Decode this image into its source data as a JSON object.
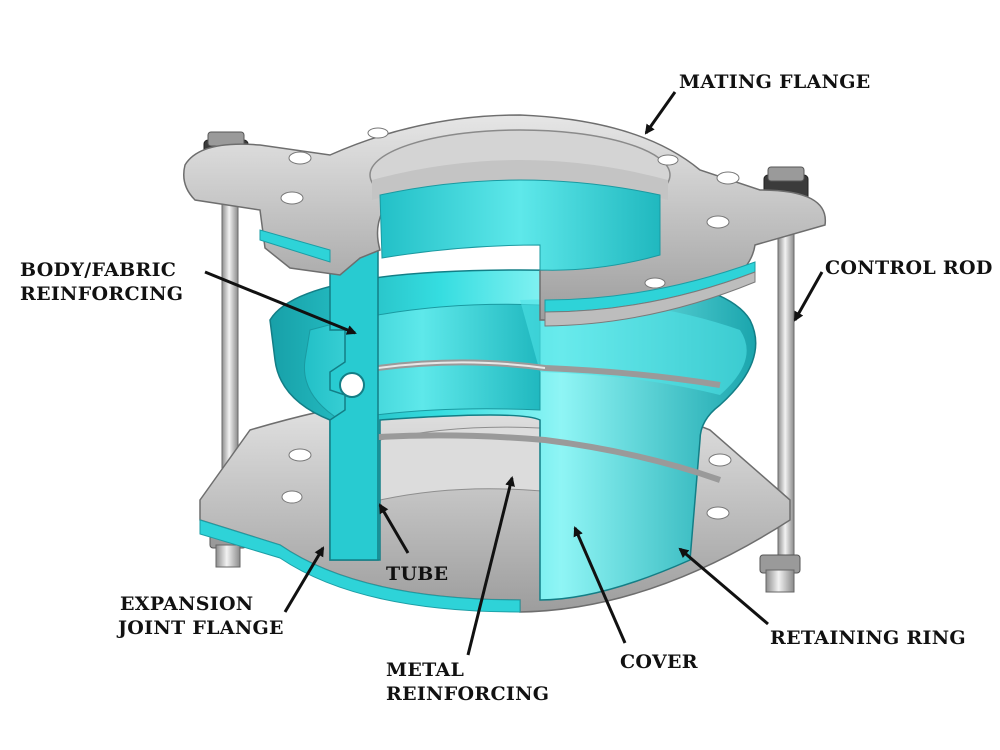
{
  "colors": {
    "rubber": "#2ed3d8",
    "rubber_dark": "#1aa5ad",
    "rubber_light": "#7ff0f0",
    "metal": "#b9b9b9",
    "metal_dark": "#8a8a8a",
    "metal_light": "#e4e4e4",
    "label_text": "#111111",
    "arrow": "#111111"
  },
  "labels": {
    "mating_flange": "MATING FLANGE",
    "body_fabric_line1": "BODY/FABRIC",
    "body_fabric_line2": "REINFORCING",
    "control_rod": "CONTROL ROD",
    "tube": "TUBE",
    "expansion_line1": "EXPANSION",
    "expansion_line2": "JOINT FLANGE",
    "metal_line1": "METAL",
    "metal_line2": "REINFORCING",
    "cover": "COVER",
    "retaining_ring": "RETAINING RING"
  }
}
